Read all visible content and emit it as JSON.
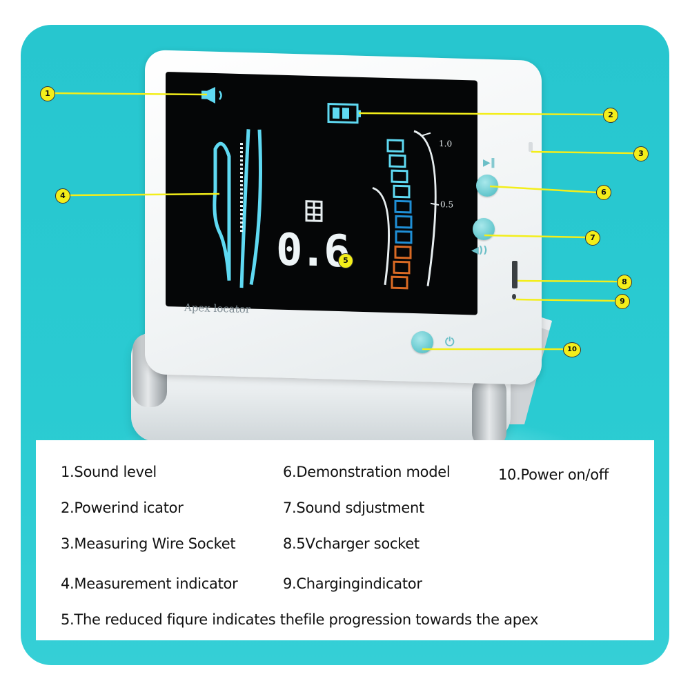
{
  "device": {
    "brand_label": "Apex locator",
    "screen": {
      "reading": "0.6",
      "scale_top": "1.0",
      "scale_mid": "0.5"
    }
  },
  "callouts": [
    {
      "num": "1",
      "label": "Sound level"
    },
    {
      "num": "2",
      "label": "Powerind icator"
    },
    {
      "num": "3",
      "label": "Measuring Wire Socket"
    },
    {
      "num": "4",
      "label": "Measurement indicator"
    },
    {
      "num": "5",
      "label": "The reduced fiqure indicates thefile progression towards the apex"
    },
    {
      "num": "6",
      "label": "Demonstration model"
    },
    {
      "num": "7",
      "label": "Sound sdjustment"
    },
    {
      "num": "8",
      "label": "5Vcharger socket"
    },
    {
      "num": "9",
      "label": "Chargingindicator"
    },
    {
      "num": "10",
      "label": "Power on/off"
    }
  ],
  "legend": {
    "item1": "1.Sound level",
    "item2": "2.Powerind icator",
    "item3": "3.Measuring Wire Socket",
    "item4": "4.Measurement indicator",
    "item5": "5.The reduced fiqure indicates thefile progression towards the apex",
    "item6": "6.Demonstration model",
    "item7": "7.Sound sdjustment",
    "item8": "8.5Vcharger socket",
    "item9": "9.Chargingindicator",
    "item10": "10.Power on/off"
  },
  "colors": {
    "background": "#2acbd2",
    "callout_badge": "#f3ee1a",
    "callout_line": "#f3ee1a",
    "lcd_cyan": "#5fd9f2",
    "lcd_blue": "#1f8fd6",
    "lcd_orange": "#d96a24",
    "button": "#6ccbd1"
  }
}
